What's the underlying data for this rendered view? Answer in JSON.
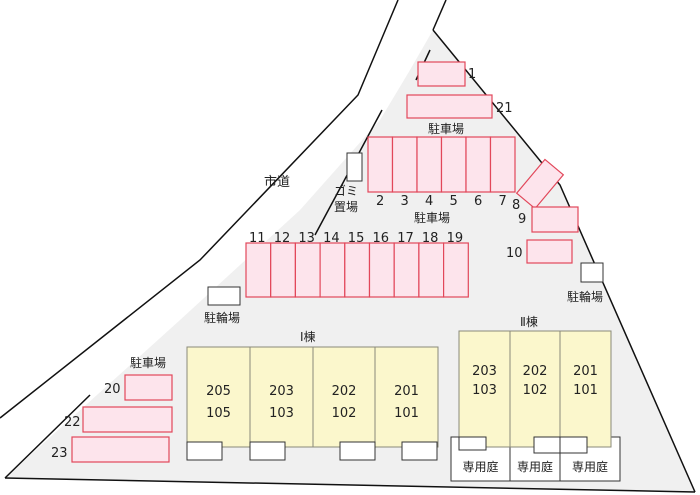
{
  "road_label": "市道",
  "garbage_label": [
    "ゴミ",
    "置場"
  ],
  "parking_label": "駐車場",
  "bicycle_label": "駐輪場",
  "garden_label": "専用庭",
  "parking_spots": {
    "top": [
      "1",
      "21"
    ],
    "row_a": [
      "2",
      "3",
      "4",
      "5",
      "6",
      "7"
    ],
    "right": [
      "8",
      "9",
      "10"
    ],
    "row_b": [
      "11",
      "12",
      "13",
      "14",
      "15",
      "16",
      "17",
      "18",
      "19"
    ],
    "left": [
      "20",
      "22",
      "23"
    ]
  },
  "building_1": {
    "name": "Ⅰ棟",
    "units": [
      {
        "upper": "205",
        "lower": "105"
      },
      {
        "upper": "203",
        "lower": "103"
      },
      {
        "upper": "202",
        "lower": "102"
      },
      {
        "upper": "201",
        "lower": "101"
      }
    ]
  },
  "building_2": {
    "name": "Ⅱ棟",
    "units": [
      {
        "upper": "203",
        "lower": "103"
      },
      {
        "upper": "202",
        "lower": "102"
      },
      {
        "upper": "201",
        "lower": "101"
      }
    ]
  },
  "colors": {
    "parking_fill": "#fde4ec",
    "parking_stroke": "#e2475a",
    "building_fill": "#fbf7cc",
    "site_fill": "#f0f0f0"
  }
}
